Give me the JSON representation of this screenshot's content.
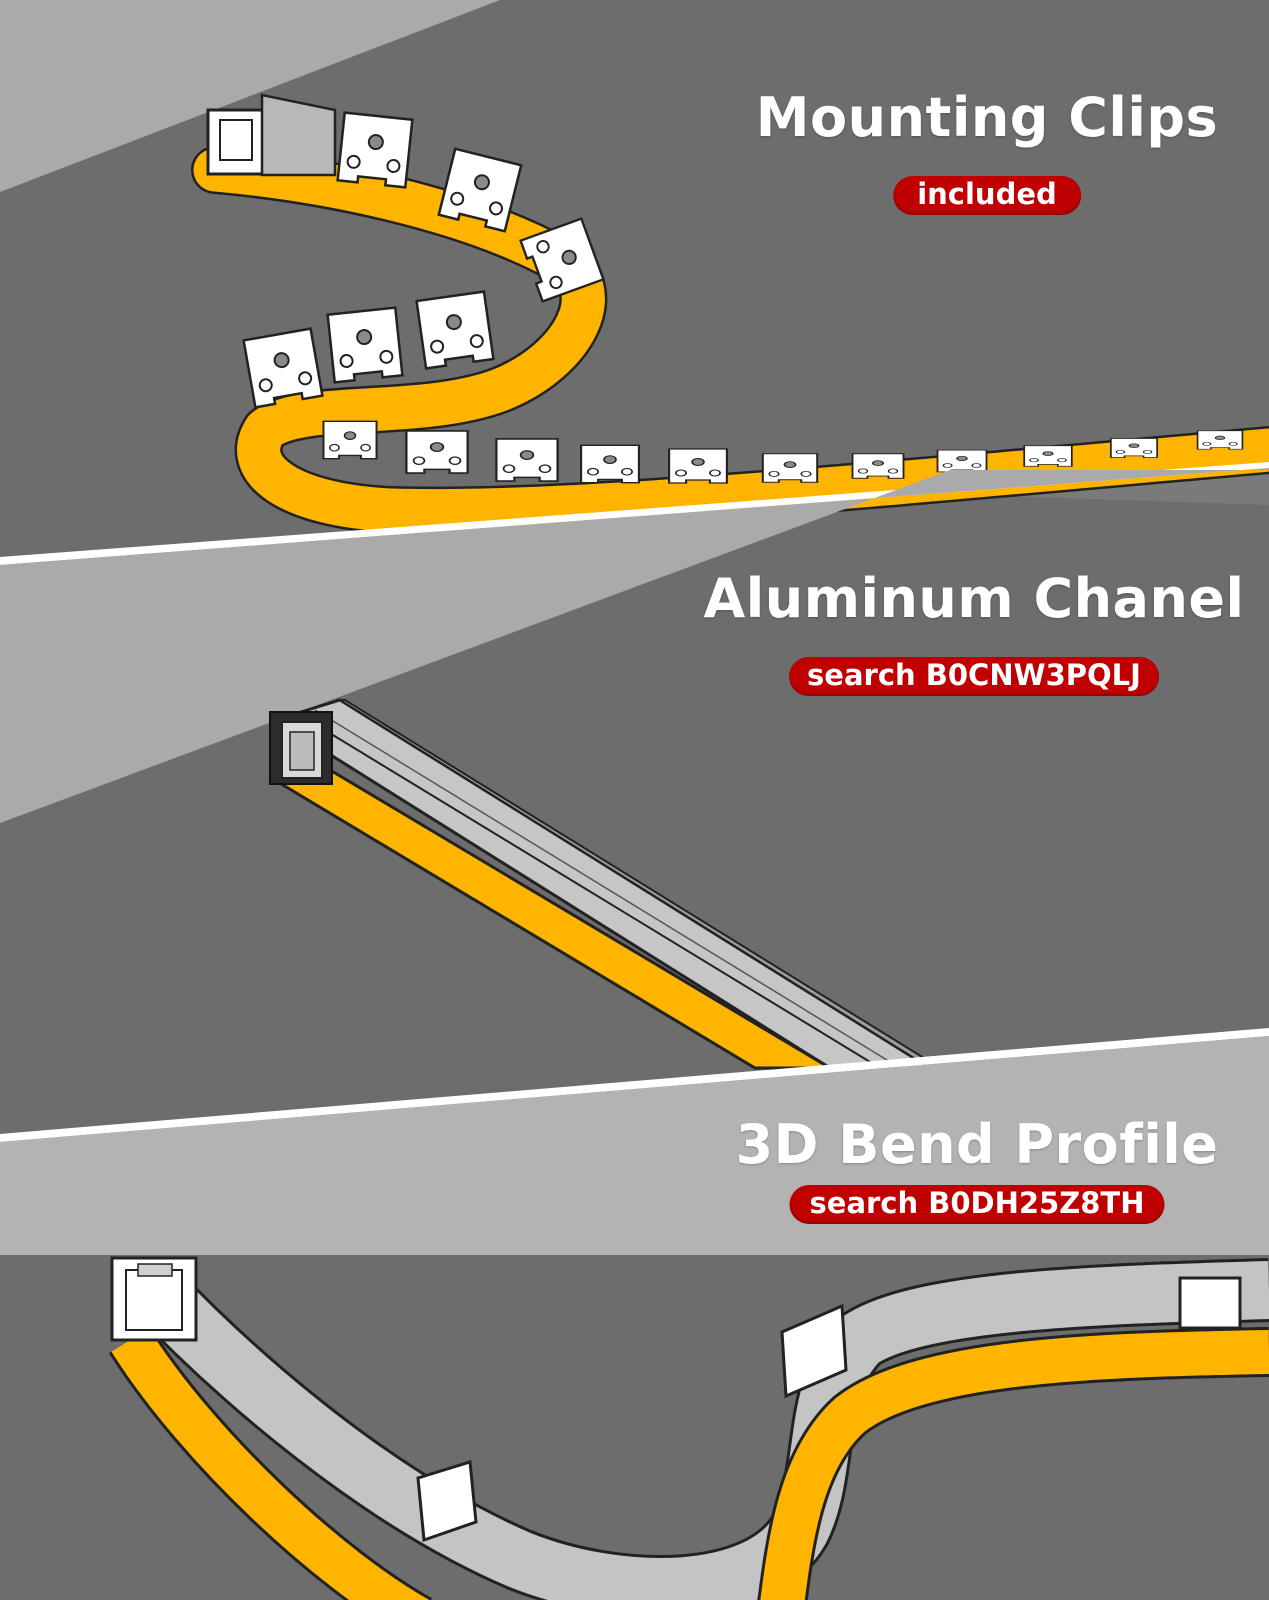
{
  "colors": {
    "background": "#6d6d6d",
    "light_wedge": "#aaaaaa",
    "band": "#b3b3b3",
    "divider": "#ffffff",
    "led_strip": "#ffb400",
    "badge": "#c00000",
    "clip": "#ffffff",
    "channel": "#c6c6c6"
  },
  "sections": [
    {
      "title": "Mounting Clips",
      "badge": "included",
      "illustration": "led-strip-with-mounting-clips"
    },
    {
      "title": "Aluminum Chanel",
      "badge": "search B0CNW3PQLJ",
      "illustration": "led-strip-in-aluminum-channel"
    },
    {
      "title": "3D Bend Profile",
      "badge": "search B0DH25Z8TH",
      "illustration": "led-strip-in-3d-bend-profile"
    }
  ]
}
